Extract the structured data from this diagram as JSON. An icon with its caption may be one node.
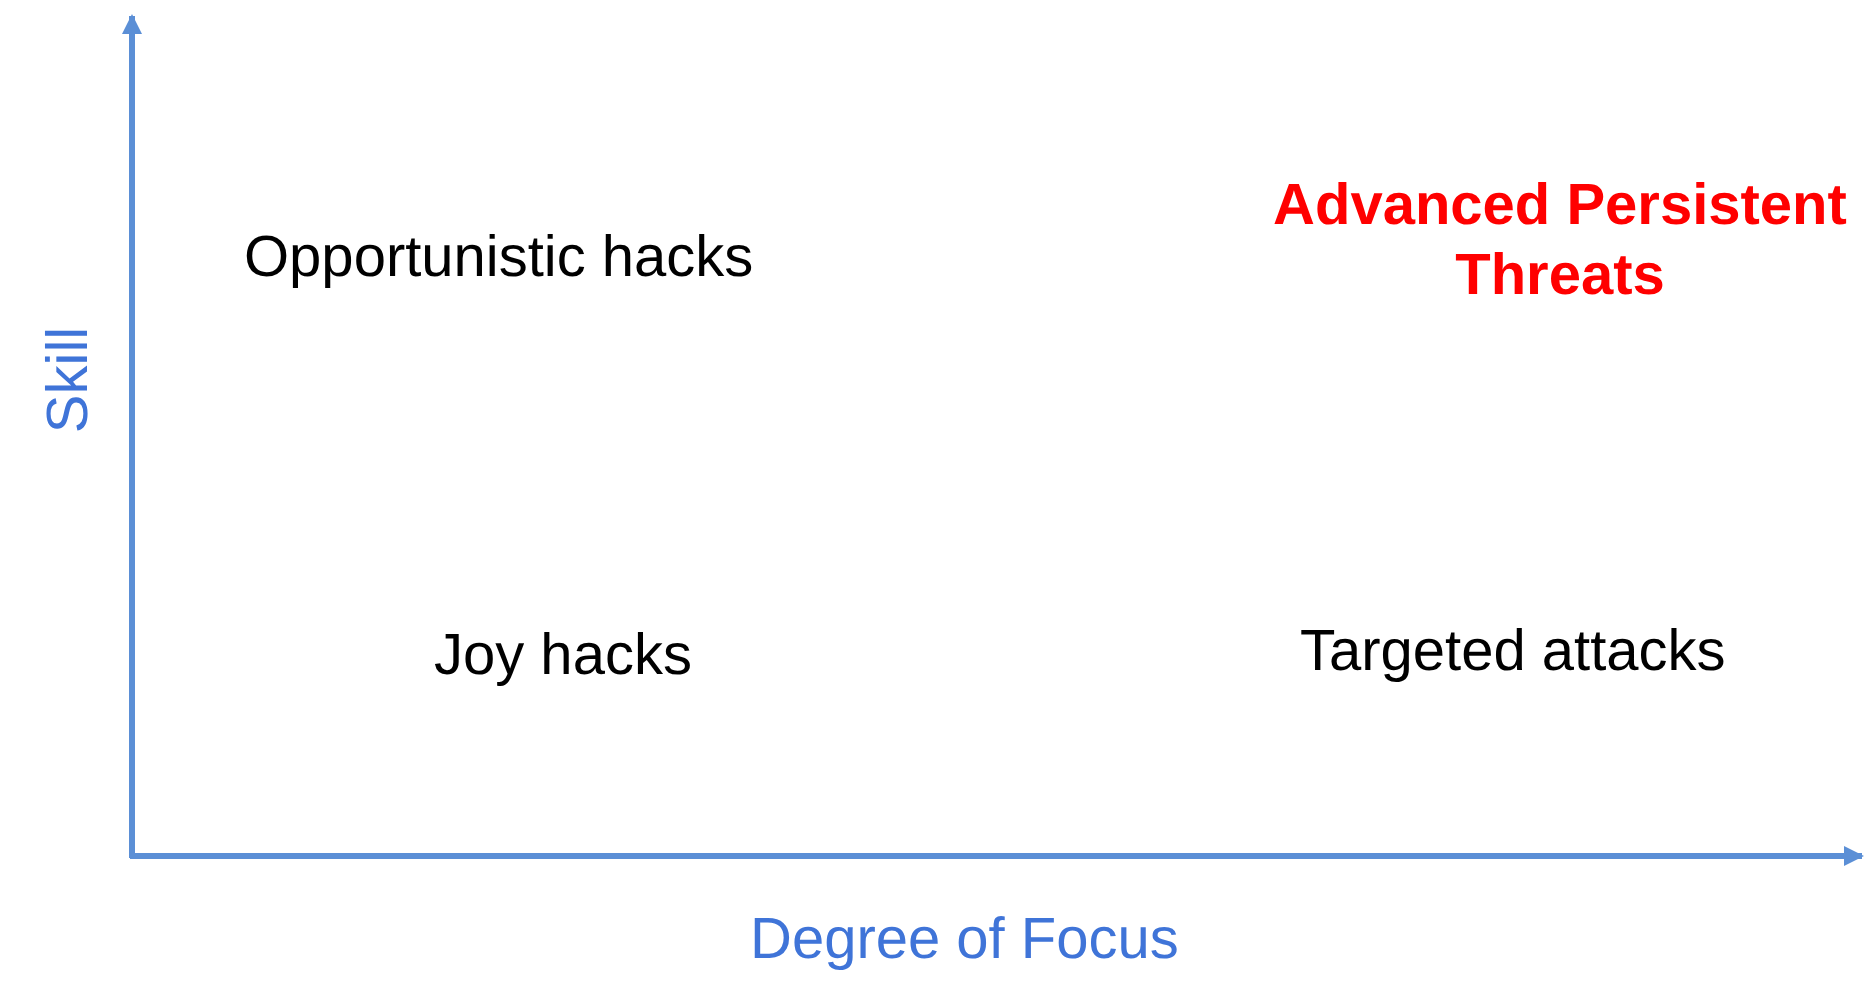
{
  "diagram": {
    "labels": [
      "Advanced Persistent Threats",
      "Opportunistic hacks",
      "Skill",
      "Joy hacks",
      "Targeted attacks",
      "Degree of Focus"
    ]
  }
}
